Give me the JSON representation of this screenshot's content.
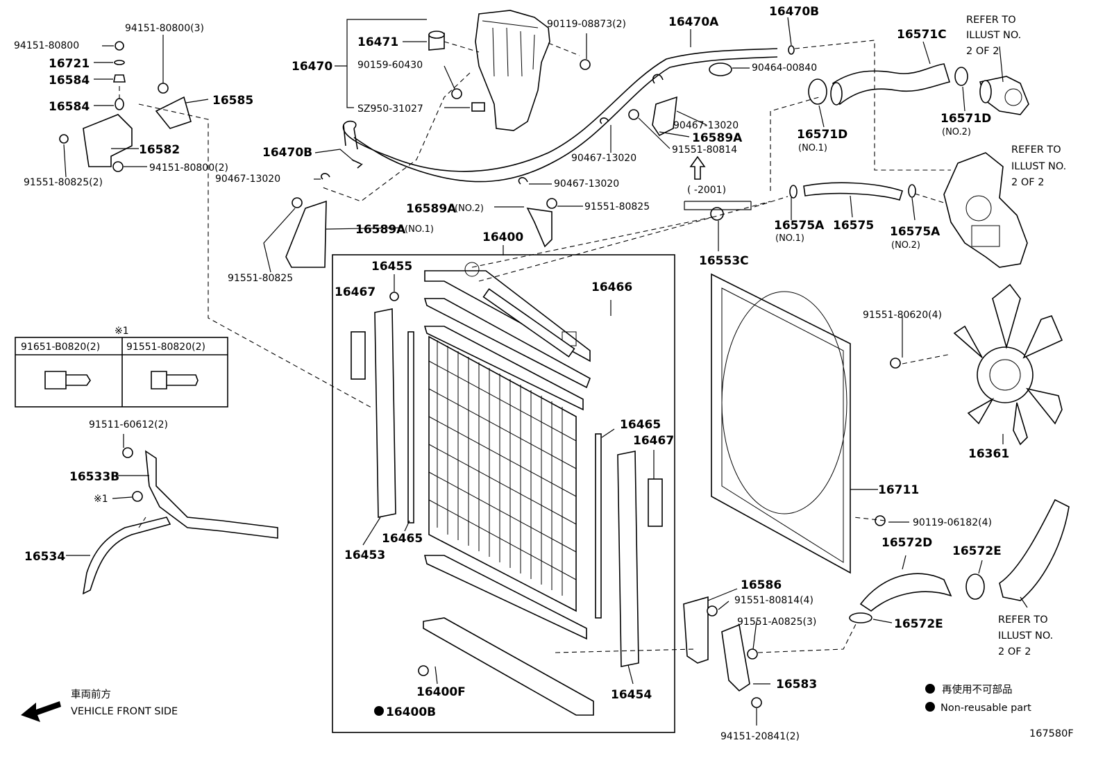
{
  "labels": {
    "l94151_80800_3": "94151-80800(3)",
    "l94151_80800": "94151-80800",
    "l16721": "16721",
    "l16584a": "16584",
    "l16584b": "16584",
    "l16585": "16585",
    "l16582": "16582",
    "l91551_80825_2": "91551-80825(2)",
    "l94151_80800_2": "94151-80800(2)",
    "l16470": "16470",
    "l16471": "16471",
    "l90159_60430": "90159-60430",
    "lSZ950_31027": "SZ950-31027",
    "l90119_08873_2": "90119-08873(2)",
    "l16470A": "16470A",
    "l16470B_top": "16470B",
    "l90464_00840": "90464-00840",
    "l16571C": "16571C",
    "l16571D_1": "16571D",
    "l16571D_1n": "(NO.1)",
    "l16571D_2": "16571D",
    "l16571D_2n": "(NO.2)",
    "l90467_13020_a": "90467-13020",
    "l16589A": "16589A",
    "l91551_80814": "91551-80814",
    "l90467_13020_b": "90467-13020",
    "l16470B_left": "16470B",
    "l90467_13020_c": "90467-13020",
    "l90467_13020_d": "90467-13020",
    "l16589A_no2": "16589A",
    "l16589A_no2n": "(NO.2)",
    "l91551_80825_b": "91551-80825",
    "l16589A_no1": "16589A",
    "l16589A_no1n": "(NO.1)",
    "l91551_80825_c": "91551-80825",
    "l2001": "(    -2001)",
    "l16575A_1": "16575A",
    "l16575A_1n": "(NO.1)",
    "l16575": "16575",
    "l16575A_2": "16575A",
    "l16575A_2n": "(NO.2)",
    "l16553C": "16553C",
    "l16400": "16400",
    "l16455": "16455",
    "l16467a": "16467",
    "l16466": "16466",
    "l16465a": "16465",
    "l16467b": "16467",
    "l16453": "16453",
    "l16465b": "16465",
    "l16454": "16454",
    "l16400F": "16400F",
    "l16400B": "16400B",
    "l91551_80620_4": "91551-80620(4)",
    "l16361": "16361",
    "l16711": "16711",
    "l90119_06182_4": "90119-06182(4)",
    "l16572D": "16572D",
    "l16572E_a": "16572E",
    "l16572E_b": "16572E",
    "l16586": "16586",
    "l91551_80814_4": "91551-80814(4)",
    "l91551_A0825_3": "91551-A0825(3)",
    "l16583": "16583",
    "l94151_20841_2": "94151-20841(2)",
    "l91511_60612_2": "91511-60612(2)",
    "l16533B": "16533B",
    "l16534": "16534",
    "lx1": "※1",
    "lx1b": "※1"
  },
  "refer": {
    "r1a": "REFER TO",
    "r1b": "ILLUST NO.",
    "r1c": "2 OF 2",
    "r2a": "REFER TO",
    "r2b": "ILLUST NO.",
    "r2c": "2 OF 2",
    "r3a": "REFER TO",
    "r3b": "ILLUST NO.",
    "r3c": "2 OF 2"
  },
  "bolt_table": {
    "col1": "91651-B0820(2)",
    "col2": "91551-80820(2)"
  },
  "legend": {
    "jp": "再使用不可部品",
    "en": "Non-reusable part"
  },
  "direction": {
    "jp": "車両前方",
    "en": "VEHICLE FRONT SIDE"
  },
  "diagram_id": "167580F"
}
